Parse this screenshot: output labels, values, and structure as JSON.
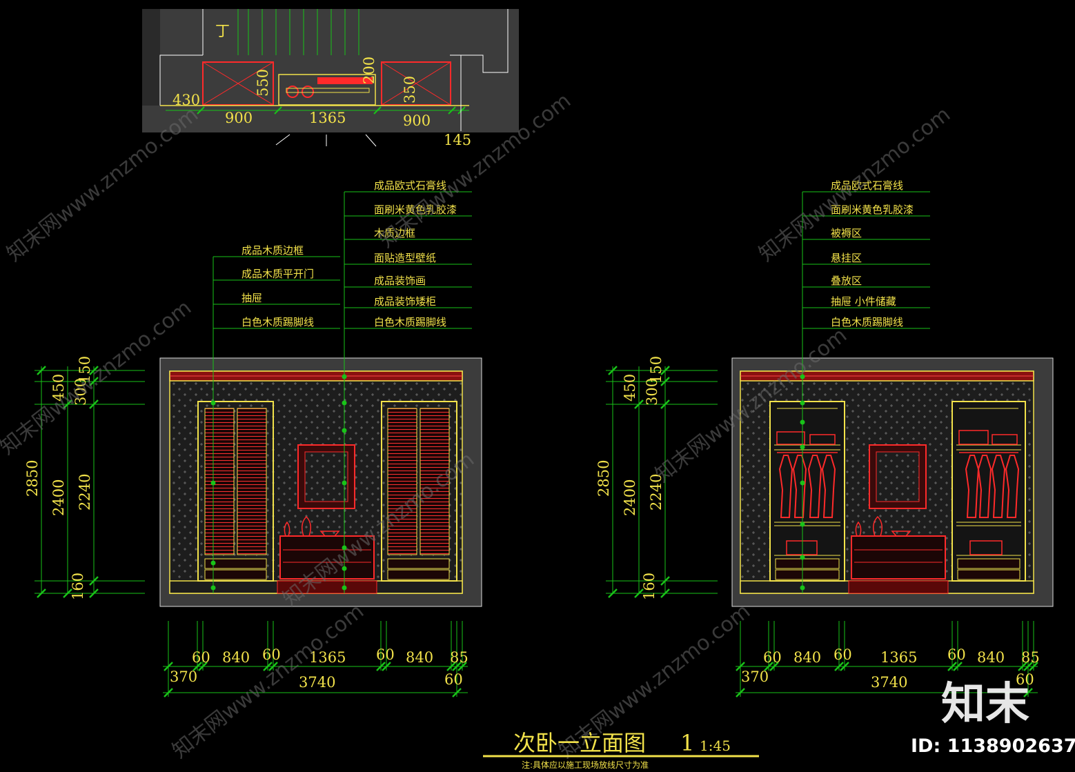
{
  "plan": {
    "side_mark": "丁",
    "dims_bottom": [
      "430",
      "900",
      "1365",
      "900",
      "145"
    ],
    "dims_vertical": [
      "550",
      "200",
      "350"
    ]
  },
  "left_elevation": {
    "labels_left": [
      "成品木质边框",
      "成品木质平开门",
      "抽屉",
      "白色木质踢脚线"
    ],
    "labels_right": [
      "成品欧式石膏线",
      "面刷米黄色乳胶漆",
      "木质边框",
      "面贴造型壁纸",
      "成品装饰画",
      "成品装饰矮柜",
      "白色木质踢脚线"
    ],
    "dims_vertical": [
      "2850",
      "450",
      "2400",
      "300",
      "150",
      "2240",
      "160"
    ],
    "dims_horizontal": [
      "60",
      "840",
      "60",
      "1365",
      "60",
      "840",
      "85",
      "370",
      "3740",
      "60"
    ]
  },
  "right_elevation": {
    "labels": [
      "成品欧式石膏线",
      "面刷米黄色乳胶漆",
      "被褥区",
      "悬挂区",
      "叠放区",
      "抽屉 小件储藏",
      "白色木质踢脚线"
    ],
    "dims_vertical": [
      "2850",
      "450",
      "2400",
      "300",
      "150",
      "2240",
      "160"
    ],
    "dims_horizontal": [
      "60",
      "840",
      "60",
      "1365",
      "60",
      "840",
      "85",
      "370",
      "3740",
      "60"
    ]
  },
  "title": {
    "main": "次卧一立面图",
    "number": "1",
    "scale": "1:45",
    "note": "注:具体应以施工现场放线尺寸为准"
  },
  "watermark": {
    "text": "知末网www.znzmo.com",
    "logo": "知末",
    "id": "ID: 1138902637"
  },
  "colors": {
    "background": "#000000",
    "panel": "#3c3c3c",
    "cad_yellow": "#f2e24a",
    "cad_red": "#ff2a2a",
    "cad_green": "#19c319"
  }
}
